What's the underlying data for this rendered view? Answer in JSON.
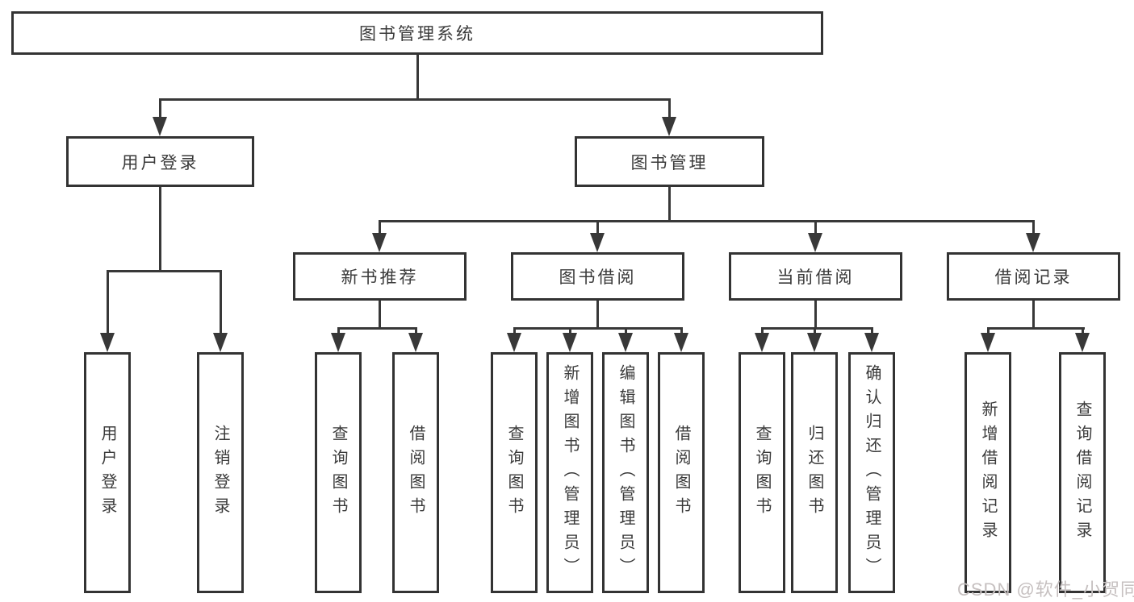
{
  "diagram": {
    "root": {
      "label": "图书管理系统"
    },
    "branches": [
      {
        "label": "用户登录",
        "children": [
          {
            "label": "用户登录"
          },
          {
            "label": "注销登录"
          }
        ]
      },
      {
        "label": "图书管理",
        "children": [
          {
            "label": "新书推荐",
            "children": [
              {
                "label": "查询图书"
              },
              {
                "label": "借阅图书"
              }
            ]
          },
          {
            "label": "图书借阅",
            "children": [
              {
                "label": "查询图书"
              },
              {
                "label": "新增图书（管理员）"
              },
              {
                "label": "编辑图书（管理员）"
              },
              {
                "label": "借阅图书"
              }
            ]
          },
          {
            "label": "当前借阅",
            "children": [
              {
                "label": "查询图书"
              },
              {
                "label": "归还图书"
              },
              {
                "label": "确认归还（管理员）"
              }
            ]
          },
          {
            "label": "借阅记录",
            "children": [
              {
                "label": "新增借阅记录"
              },
              {
                "label": "查询借阅记录"
              }
            ]
          }
        ]
      }
    ]
  },
  "watermark": {
    "text": "CSDN @软件_小贺同学",
    "color": "#c6c0c0"
  },
  "colors": {
    "line": "#383838",
    "box_border": "#333333",
    "box_fill": "#ffffff",
    "text": "#3a3a3a",
    "background": "#ffffff"
  }
}
